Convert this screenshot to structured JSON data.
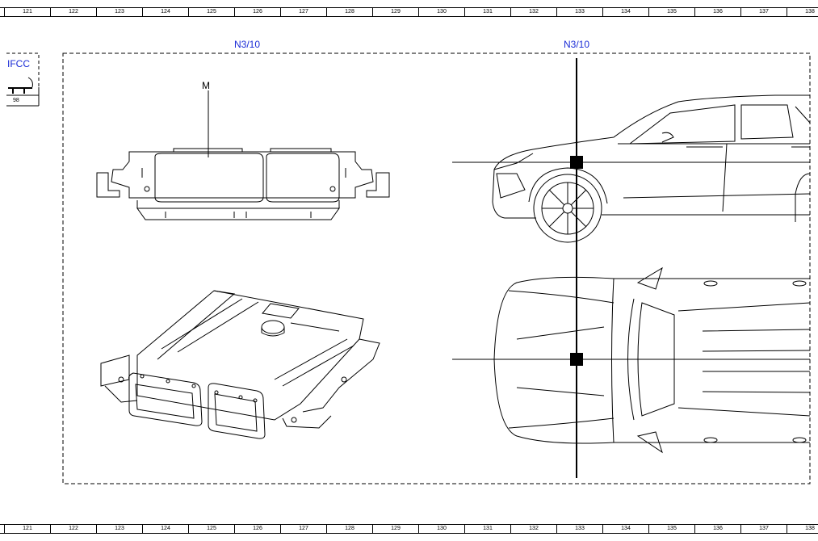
{
  "ruler": {
    "columns": [
      "121",
      "122",
      "123",
      "124",
      "125",
      "126",
      "127",
      "128",
      "129",
      "130",
      "131",
      "132",
      "133",
      "134",
      "135",
      "136",
      "137",
      "138"
    ]
  },
  "references": {
    "left_component": "N3/10",
    "right_location": "N3/10",
    "cross_ref_box": "IFCC",
    "cross_ref_page": "98"
  },
  "connector": {
    "label": "M"
  },
  "colors": {
    "reference_text": "#1a2bd6",
    "line": "#000000"
  }
}
